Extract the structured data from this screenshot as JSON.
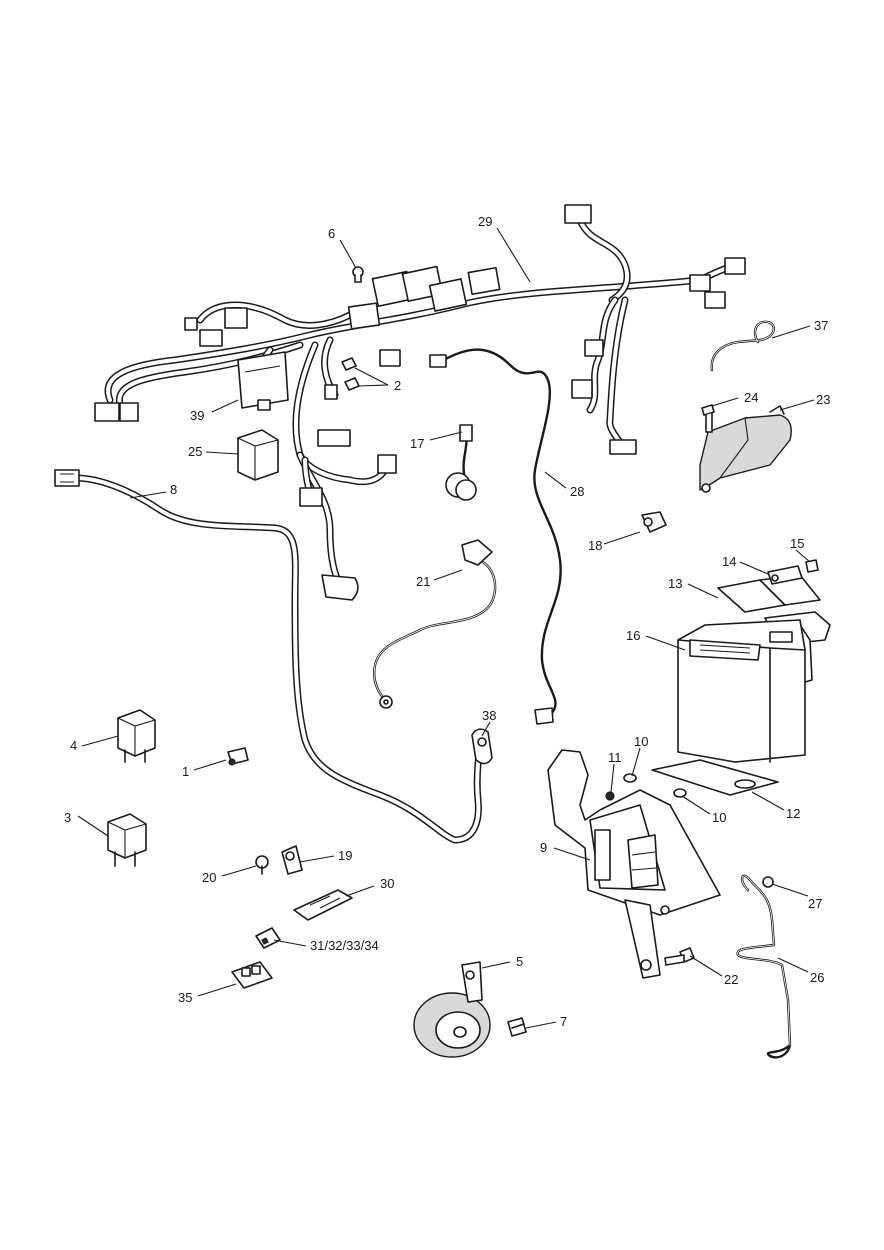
{
  "callouts": {
    "c1": "1",
    "c2": "2",
    "c3": "3",
    "c4": "4",
    "c5": "5",
    "c6": "6",
    "c7": "7",
    "c8": "8",
    "c9": "9",
    "c10a": "10",
    "c10b": "10",
    "c11": "11",
    "c12": "12",
    "c13": "13",
    "c14": "14",
    "c15": "15",
    "c16": "16",
    "c17": "17",
    "c18": "18",
    "c19": "19",
    "c20": "20",
    "c21": "21",
    "c22": "22",
    "c23": "23",
    "c24": "24",
    "c25": "25",
    "c26": "26",
    "c27": "27",
    "c28": "28",
    "c29": "29",
    "c30": "30",
    "c31_34": "31/32/33/34",
    "c35": "35",
    "c37": "37",
    "c38": "38",
    "c39": "39"
  }
}
